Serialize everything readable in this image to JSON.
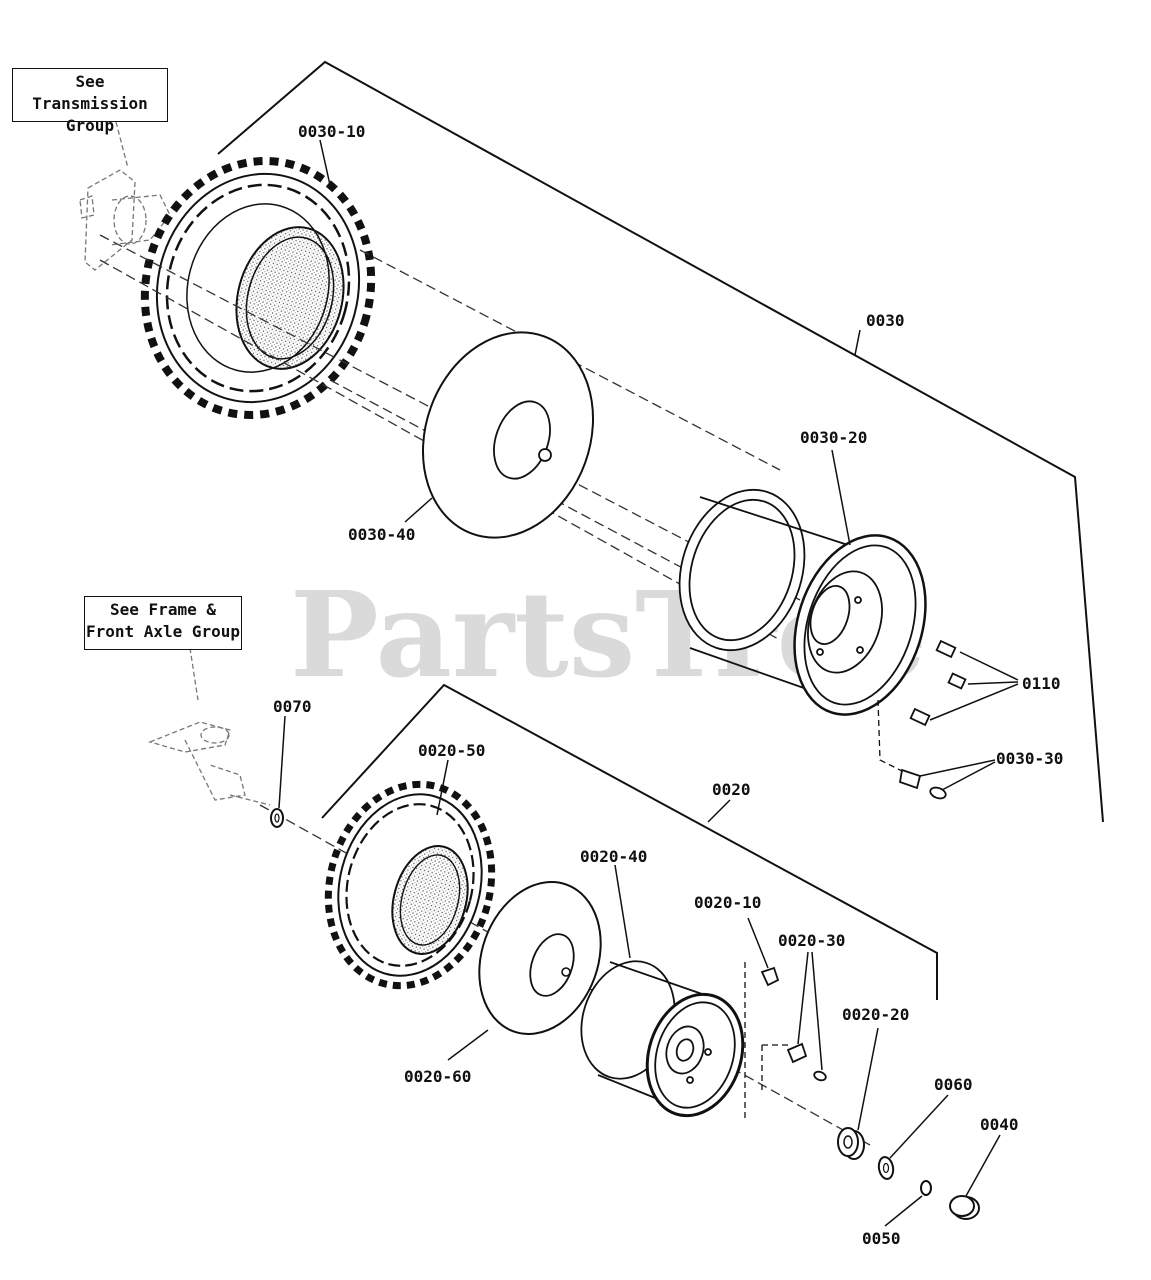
{
  "references": {
    "transmission": "See Transmission\nGroup",
    "frame_axle": "See Frame &\nFront Axle Group"
  },
  "watermark": "PartsTree",
  "labels": {
    "p0030_10": "0030-10",
    "p0030": "0030",
    "p0030_20": "0030-20",
    "p0030_40": "0030-40",
    "p0110": "0110",
    "p0030_30": "0030-30",
    "p0070": "0070",
    "p0020_50": "0020-50",
    "p0020": "0020",
    "p0020_40": "0020-40",
    "p0020_10": "0020-10",
    "p0020_30": "0020-30",
    "p0020_20": "0020-20",
    "p0060": "0060",
    "p0040": "0040",
    "p0020_60": "0020-60",
    "p0050": "0050"
  }
}
